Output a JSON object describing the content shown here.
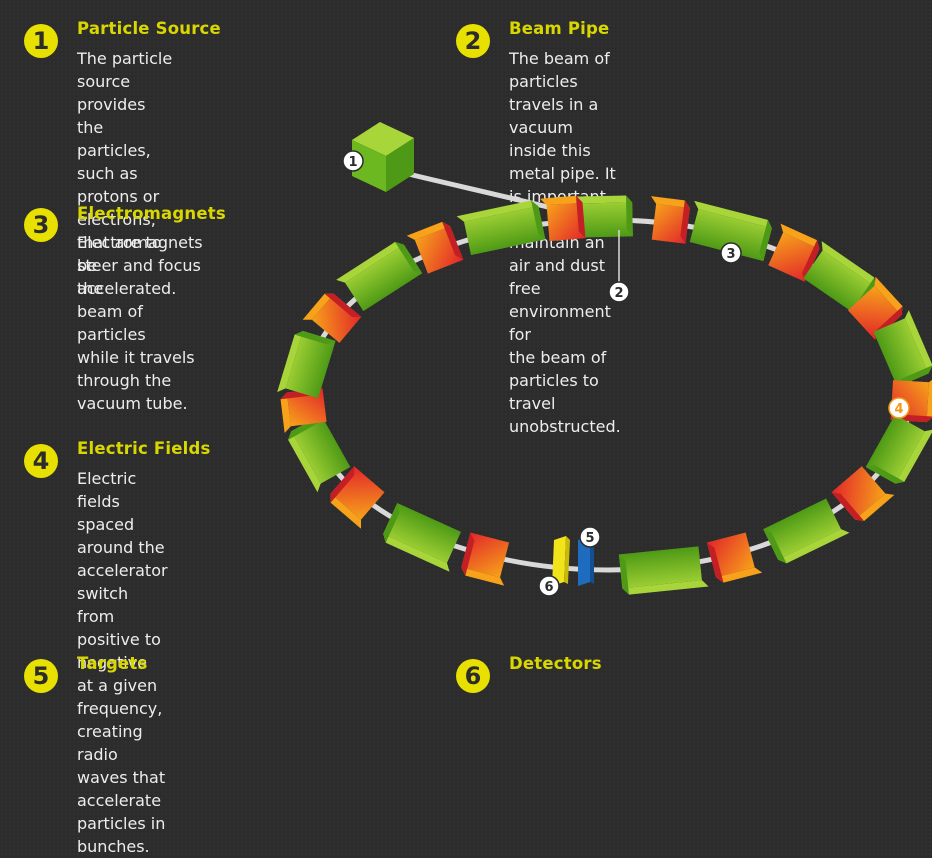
{
  "sections": [
    {
      "number": "1",
      "title": "Particle Source",
      "body": "The particle source provides the\nparticles, such as protons or electrons,\nthat are to be accelerated."
    },
    {
      "number": "2",
      "title": "Beam Pipe",
      "body": "The beam of particles travels in a vacuum\ninside this metal pipe. It is important to\nmaintain an air and dust free environment for\nthe beam of particles to travel unobstructed."
    },
    {
      "number": "3",
      "title": "Electromagnets",
      "body": "Electromagnets\nsteer and focus the\nbeam of particles\nwhile it travels\nthrough the\nvacuum tube."
    },
    {
      "number": "4",
      "title": "Electric Fields",
      "body": "Electric fields spaced\naround the accelerator\nswitch from positive to\nnegative at a given frequency,\ncreating radio waves that\naccelerate particles in bunches."
    },
    {
      "number": "5",
      "title": "Targets",
      "body": ""
    },
    {
      "number": "6",
      "title": "Detectors",
      "body": ""
    }
  ],
  "diagram_markers": [
    "1",
    "2",
    "3",
    "4",
    "5",
    "6"
  ],
  "colors": {
    "background": "#2c2c2c",
    "accent_yellow": "#e8e000",
    "magnet_green": "#6cb820",
    "field_orange": "#ee5a1a",
    "target_yellow": "#f2e41a",
    "detector_blue": "#1e6cc0",
    "pipe": "#d9d9d9"
  },
  "icons": [
    "numbered-circle-icon",
    "electromagnet-block-icon",
    "electric-field-block-icon",
    "particle-source-cube-icon"
  ]
}
